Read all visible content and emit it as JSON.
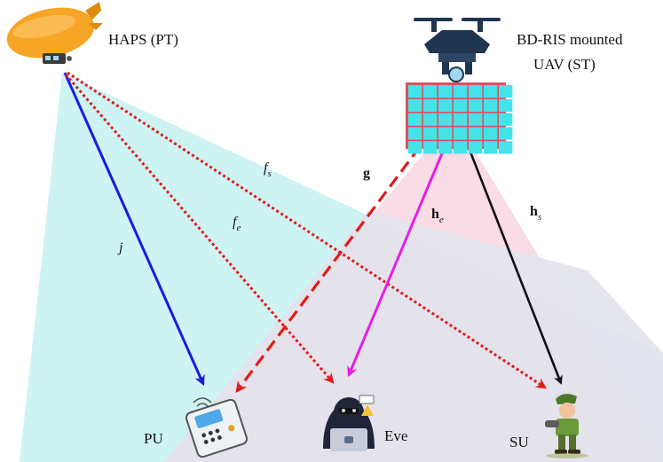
{
  "nodes": {
    "haps": {
      "label": "HAPS (PT)"
    },
    "uav": {
      "label_line1": "BD-RIS mounted",
      "label_line2": "UAV (ST)"
    },
    "pu": {
      "label": "PU"
    },
    "eve": {
      "label": "Eve"
    },
    "su": {
      "label": "SU"
    }
  },
  "channels": {
    "j": {
      "symbol": "j",
      "color": "#1a1ae6"
    },
    "fs": {
      "symbol": "f",
      "subscript": "s",
      "color": "#e01b1b"
    },
    "fe": {
      "symbol": "f",
      "subscript": "e",
      "color": "#e01b1b"
    },
    "g": {
      "symbol": "g",
      "color": "#e01b1b"
    },
    "he": {
      "symbol": "h",
      "subscript": "e",
      "color": "#e61ee6"
    },
    "hs": {
      "symbol": "h",
      "subscript": "s",
      "color": "#111111"
    }
  },
  "colors": {
    "haps_coverage": "#c6f1f1",
    "uav_coverage": "#f8d6e0",
    "overlap": "#e3e3ec",
    "ris_element": "#44e3ea",
    "ris_border": "#d9515a",
    "blimp": "#f7a526",
    "drone": "#1f3550"
  },
  "icons": {
    "haps": "airship-icon",
    "uav": "drone-icon",
    "ris": "ris-panel-icon",
    "pu": "mobile-device-icon",
    "eve": "hacker-icon",
    "su": "soldier-user-icon"
  }
}
